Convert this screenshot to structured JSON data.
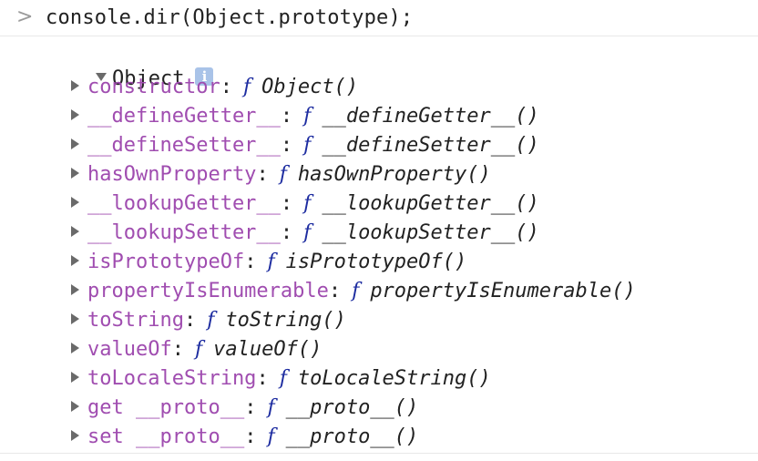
{
  "console": {
    "prompt_symbol": ">",
    "command": "console.dir(Object.prototype);"
  },
  "output": {
    "object_label": "Object",
    "info_glyph": "i",
    "fn_glyph": "f",
    "properties": [
      {
        "key": "constructor",
        "signature": "Object()"
      },
      {
        "key": "__defineGetter__",
        "signature": "__defineGetter__()"
      },
      {
        "key": "__defineSetter__",
        "signature": "__defineSetter__()"
      },
      {
        "key": "hasOwnProperty",
        "signature": "hasOwnProperty()"
      },
      {
        "key": "__lookupGetter__",
        "signature": "__lookupGetter__()"
      },
      {
        "key": "__lookupSetter__",
        "signature": "__lookupSetter__()"
      },
      {
        "key": "isPrototypeOf",
        "signature": "isPrototypeOf()"
      },
      {
        "key": "propertyIsEnumerable",
        "signature": "propertyIsEnumerable()"
      },
      {
        "key": "toString",
        "signature": "toString()"
      },
      {
        "key": "valueOf",
        "signature": "valueOf()"
      },
      {
        "key": "toLocaleString",
        "signature": "toLocaleString()"
      },
      {
        "key": "get __proto__",
        "signature": "__proto__()"
      },
      {
        "key": "set __proto__",
        "signature": "__proto__()"
      }
    ]
  },
  "colors": {
    "property_key": "#a04db0",
    "function_glyph": "#1d2ca0",
    "info_badge": "#a9c3e8",
    "text": "#222222"
  }
}
